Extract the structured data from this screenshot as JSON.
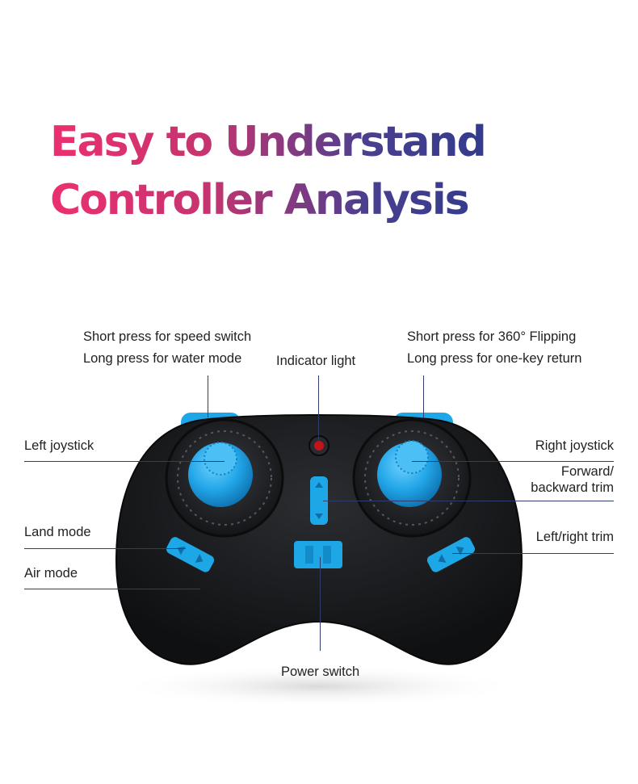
{
  "title": {
    "line1": "Easy to Understand",
    "line2": "Controller Analysis"
  },
  "labels": {
    "left_top_line1": "Short press for speed switch",
    "left_top_line2": "Long press for water mode",
    "indicator": "Indicator light",
    "right_top_line1": "Short press for 360° Flipping",
    "right_top_line2": "Long press for one-key return",
    "left_joystick": "Left joystick",
    "right_joystick": "Right joystick",
    "trim_line1": "Forward/",
    "trim_line2": "backward trim",
    "land_mode": "Land mode",
    "left_right_trim": "Left/right trim",
    "air_mode": "Air mode",
    "power_switch": "Power switch"
  },
  "colors": {
    "accent_blue": "#1ea7e6",
    "body_black": "#1b1c1f",
    "leader_line": "#2f3d6e",
    "title_pink": "#ec2f70",
    "title_navy": "#2f3a8c"
  }
}
